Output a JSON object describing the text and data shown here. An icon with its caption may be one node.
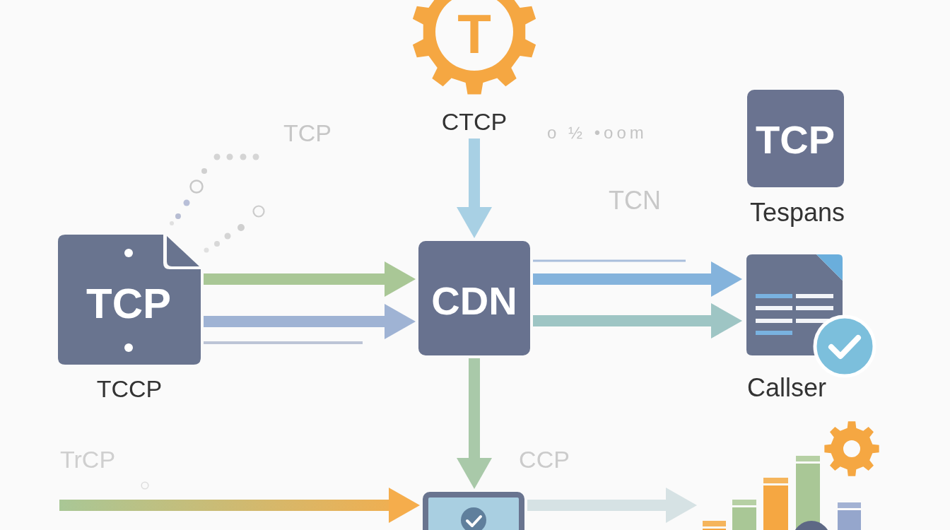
{
  "diagram": {
    "nodes": [
      {
        "text": [
          "T",
          "CTCP"
        ]
      },
      {
        "text": [
          "TCP",
          "TCCP"
        ]
      },
      {
        "text": [
          "CDN"
        ]
      },
      {
        "text": [
          "TCP",
          "Tespans"
        ]
      },
      {
        "text": [
          "Callser"
        ]
      },
      {
        "text": [],
        "shape": "picture"
      },
      {
        "text": [],
        "shape": "picture"
      }
    ],
    "edges": [
      {
        "from": 0,
        "to": 2,
        "arrow": "to",
        "color": "#a8d0e4"
      },
      {
        "from": 1,
        "to": 2,
        "arrow": "to",
        "color": "#a9c796"
      },
      {
        "from": 1,
        "to": 2,
        "arrow": "to",
        "color": "#9fb3d4"
      },
      {
        "from": 1,
        "to": null,
        "arrow": "none",
        "color": "#bcc4d6"
      },
      {
        "from": 2,
        "to": null,
        "arrow": "none",
        "color": "#a9bedb"
      },
      {
        "from": 2,
        "to": 4,
        "arrow": "to",
        "color": "#84b3dc"
      },
      {
        "from": 2,
        "to": 4,
        "arrow": "to",
        "color": "#9ec5c4"
      },
      {
        "from": 2,
        "to": 5,
        "arrow": "to",
        "color": "#a9c9a9"
      },
      {
        "from": null,
        "to": 5,
        "arrow": "to",
        "color": "#f5ad4c"
      },
      {
        "from": 5,
        "to": 6,
        "arrow": "to",
        "color": "#d6e2e4"
      }
    ],
    "labels": [
      "TCP",
      "o ½ •oom",
      "TCN",
      "TrCP",
      "CCP"
    ]
  }
}
